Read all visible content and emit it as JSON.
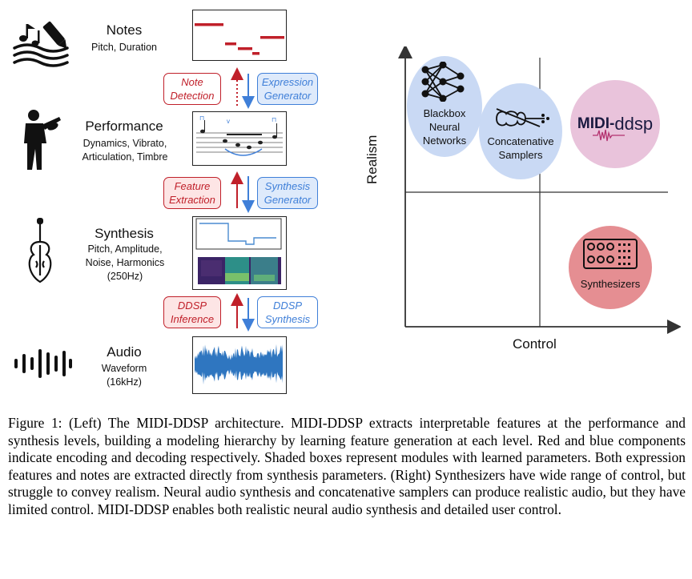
{
  "architecture": {
    "levels": [
      {
        "title": "Notes",
        "subtitle": "Pitch, Duration"
      },
      {
        "title": "Performance",
        "subtitle": "Dynamics, Vibrato,\nArticulation, Timbre"
      },
      {
        "title": "Synthesis",
        "subtitle": "Pitch, Amplitude,\nNoise, Harmonics\n(250Hz)"
      },
      {
        "title": "Audio",
        "subtitle": "Waveform\n(16kHz)"
      }
    ],
    "encoders": [
      "Note\nDetection",
      "Feature\nExtraction",
      "DDSP\nInference"
    ],
    "decoders": [
      "Expression\nGenerator",
      "Synthesis\nGenerator",
      "DDSP\nSynthesis"
    ],
    "icons": [
      "music-notes-pen-icon",
      "violinist-icon",
      "violin-icon",
      "waveform-icon"
    ],
    "colors": {
      "encoding": "#c0202a",
      "decoding": "#3f7fd8"
    }
  },
  "quadrant": {
    "x_axis_label": "Control",
    "y_axis_label": "Realism",
    "items": [
      {
        "label": "Blackbox\nNeural\nNetworks",
        "icon": "neural-network-icon",
        "color": "#c9d9f4"
      },
      {
        "label": "Concatenative\nSamplers",
        "icon": "violin-icon",
        "color": "#c9d9f4"
      },
      {
        "label": "MIDI-",
        "label2": "ddsp",
        "icon": "midi-ddsp-logo",
        "color": "#e9c3db"
      },
      {
        "label": "Synthesizers",
        "icon": "synthesizer-icon",
        "color": "#e58e92"
      }
    ]
  },
  "caption": "Figure 1: (Left) The MIDI-DDSP architecture. MIDI-DDSP extracts interpretable features at the performance and synthesis levels, building a modeling hierarchy by learning feature generation at each level. Red and blue components indicate encoding and decoding respectively. Shaded boxes represent modules with learned parameters. Both expression features and notes are extracted directly from synthesis parameters. (Right) Synthesizers have wide range of control, but struggle to convey realism. Neural audio synthesis and concatenative samplers can produce realistic audio, but they have limited control. MIDI-DDSP enables both realistic neural audio synthesis and detailed user control."
}
